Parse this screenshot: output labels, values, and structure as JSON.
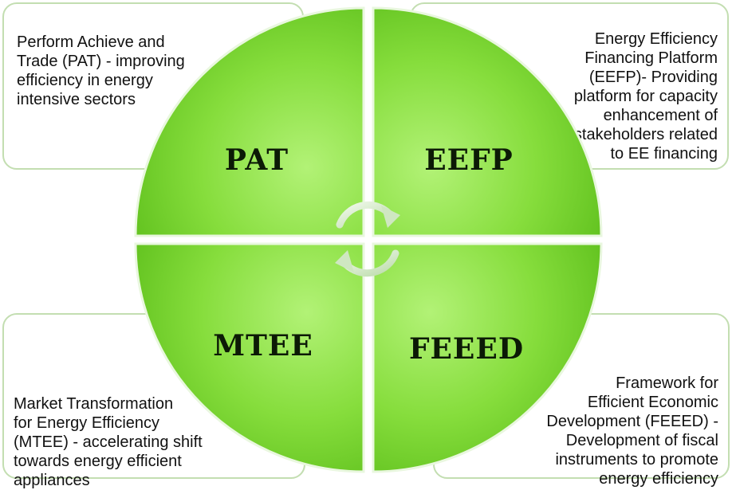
{
  "quadrants": [
    {
      "label": "PAT",
      "fill": "#7bd92e"
    },
    {
      "label": "EEFP",
      "fill": "#7bd92e"
    },
    {
      "label": "MTEE",
      "fill": "#7bd92e"
    },
    {
      "label": "FEEED",
      "fill": "#7bd92e"
    }
  ],
  "descriptions": {
    "pat": "Perform Achieve and\nTrade (PAT) - improving\nefficiency in energy\nintensive sectors",
    "eefp": "Energy Efficiency\nFinancing Platform\n(EEFP)- Providing\nplatform for capacity\nenhancement of\nstakeholders related\nto EE financing",
    "mtee": "Market Transformation\nfor Energy Efficiency\n(MTEE) - accelerating shift\ntowards energy efficient\nappliances",
    "feeed": "Framework for\nEfficient Economic\nDevelopment (FEEED) -\nDevelopment of fiscal\ninstruments to promote\nenergy efficiency"
  },
  "colors": {
    "quadrant_fill": "#7bd92e",
    "quadrant_highlight": "#a8f06a",
    "box_border": "#c3deb1",
    "arrow": "#d9eecf"
  },
  "icons": {
    "center": "circular-arrows-icon"
  }
}
